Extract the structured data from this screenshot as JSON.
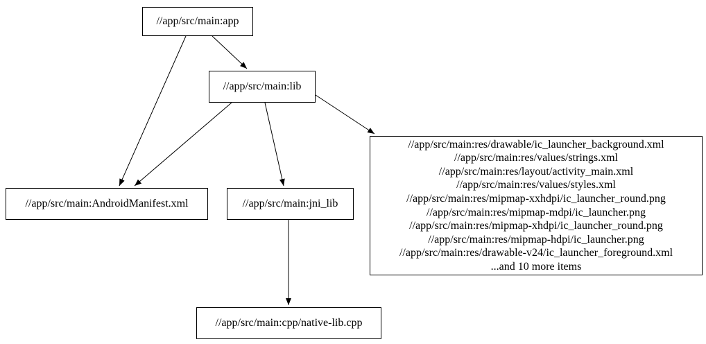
{
  "graph": {
    "colors": {
      "background": "#ffffff",
      "node_border": "#000000",
      "edge": "#000000",
      "text": "#000000"
    },
    "nodes": {
      "app": {
        "label": "//app/src/main:app"
      },
      "lib": {
        "label": "//app/src/main:lib"
      },
      "manifest": {
        "label": "//app/src/main:AndroidManifest.xml"
      },
      "jni_lib": {
        "label": "//app/src/main:jni_lib"
      },
      "res": {
        "lines": [
          "//app/src/main:res/drawable/ic_launcher_background.xml",
          "//app/src/main:res/values/strings.xml",
          "//app/src/main:res/layout/activity_main.xml",
          "//app/src/main:res/values/styles.xml",
          "//app/src/main:res/mipmap-xxhdpi/ic_launcher_round.png",
          "//app/src/main:res/mipmap-mdpi/ic_launcher.png",
          "//app/src/main:res/mipmap-xhdpi/ic_launcher_round.png",
          "//app/src/main:res/mipmap-hdpi/ic_launcher.png",
          "//app/src/main:res/drawable-v24/ic_launcher_foreground.xml",
          "...and 10 more items"
        ]
      },
      "cpp": {
        "label": "//app/src/main:cpp/native-lib.cpp"
      }
    },
    "edges": [
      {
        "from": "//app/src/main:app",
        "to": "//app/src/main:lib"
      },
      {
        "from": "//app/src/main:app",
        "to": "//app/src/main:AndroidManifest.xml"
      },
      {
        "from": "//app/src/main:lib",
        "to": "//app/src/main:AndroidManifest.xml"
      },
      {
        "from": "//app/src/main:lib",
        "to": "//app/src/main:jni_lib"
      },
      {
        "from": "//app/src/main:lib",
        "to": "//app/src/main:res (group)"
      },
      {
        "from": "//app/src/main:jni_lib",
        "to": "//app/src/main:cpp/native-lib.cpp"
      }
    ]
  }
}
